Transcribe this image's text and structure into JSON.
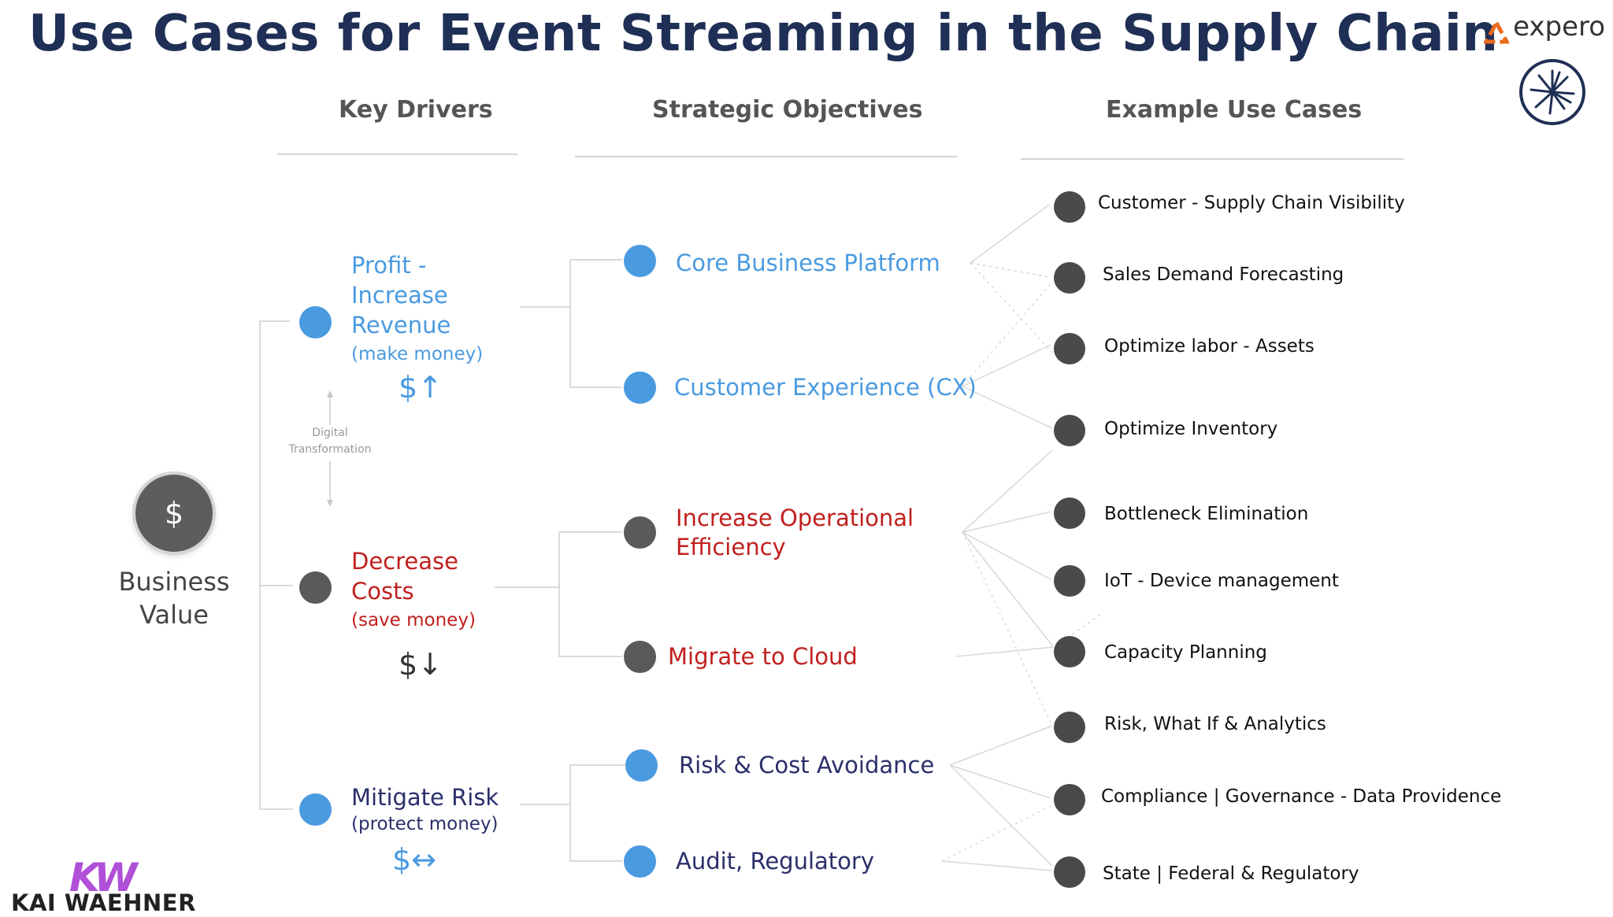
{
  "title": "Use Cases for Event Streaming in the Supply Chain",
  "columns": {
    "key_drivers": "Key Drivers",
    "strategic_objectives": "Strategic Objectives",
    "example_use_cases": "Example Use Cases"
  },
  "business_value": {
    "symbol": "$",
    "label": "Business Value"
  },
  "digital_transformation": "Digital Transformation",
  "drivers": [
    {
      "label": "Profit - Increase Revenue",
      "sub": "(make money)",
      "symbol": "$↑",
      "color": "#4a9ae0"
    },
    {
      "label": "Decrease Costs",
      "sub": "(save money)",
      "symbol": "$↓",
      "color": "#c0201e"
    },
    {
      "label": "Mitigate Risk",
      "sub": "(protect money)",
      "symbol": "$↔",
      "color": "#2a2f6a"
    }
  ],
  "objectives": [
    {
      "label": "Core Business Platform",
      "color": "#4a9ae0"
    },
    {
      "label": "Customer Experience (CX)",
      "color": "#4a9ae0"
    },
    {
      "label": "Increase Operational Efficiency",
      "color": "#c0201e"
    },
    {
      "label": "Migrate to Cloud",
      "color": "#c0201e"
    },
    {
      "label": "Risk & Cost Avoidance",
      "color": "#2a2f6a"
    },
    {
      "label": "Audit, Regulatory",
      "color": "#2a2f6a"
    }
  ],
  "use_cases": [
    "Customer - Supply Chain Visibility",
    "Sales Demand Forecasting",
    "Optimize labor - Assets",
    "Optimize Inventory",
    "Bottleneck Elimination",
    "IoT - Device management",
    "Capacity Planning",
    "Risk, What If & Analytics",
    "Compliance | Governance - Data Providence",
    "State | Federal & Regulatory"
  ],
  "logos": {
    "expero": "expero",
    "author": "KAI WAEHNER",
    "author_mark": "KW"
  },
  "icons": {
    "brand_mark": "starburst-circle-icon",
    "expero_mark": "triangle-icon"
  }
}
